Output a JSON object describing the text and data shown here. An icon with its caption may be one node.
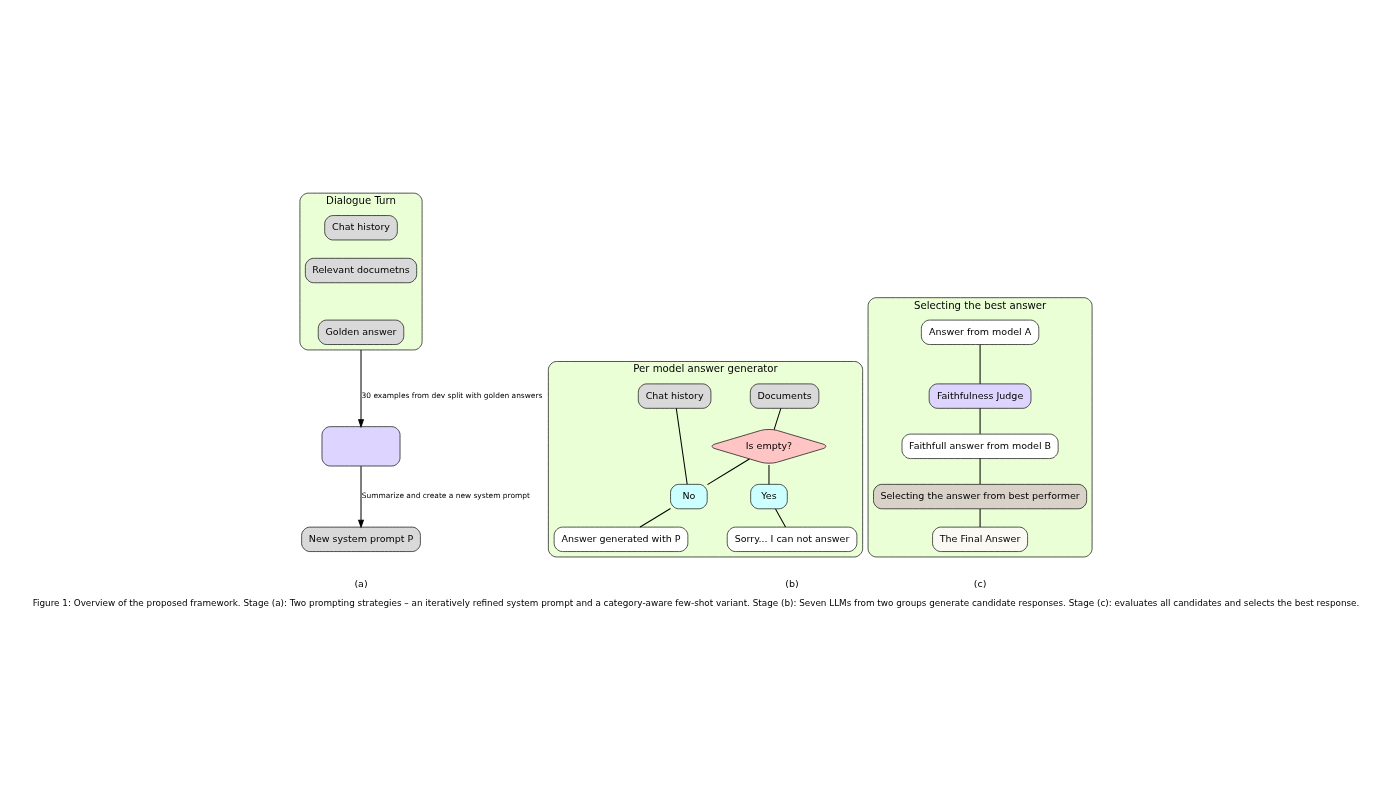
{
  "diagram": {
    "caption": "Figure 1: Overview of the proposed framework. Stage (a): Two prompting strategies – an iteratively refined system prompt and a category-aware few-shot variant. Stage (b): Seven LLMs from two groups generate candidate responses. Stage (c): evaluates all candidates and selects the best response.",
    "nodes": [
      {
        "text": [
          "Dialogue Turn"
        ]
      },
      {
        "text": [
          "Chat history"
        ],
        "in": 0
      },
      {
        "text": [
          "Relevant documetns"
        ],
        "in": 0
      },
      {
        "text": [
          "Golden answer"
        ],
        "in": 0
      },
      {
        "text": [],
        "shape": "box"
      },
      {
        "text": [
          "New system prompt P"
        ]
      },
      {
        "text": [
          "Per model answer generator"
        ]
      },
      {
        "text": [
          "Chat history"
        ],
        "in": 6
      },
      {
        "text": [
          "Documents"
        ],
        "in": 6
      },
      {
        "text": [
          "Is empty?"
        ],
        "in": 6
      },
      {
        "text": [
          "No"
        ],
        "in": 6
      },
      {
        "text": [
          "Yes"
        ],
        "in": 6
      },
      {
        "text": [
          "Answer generated with P"
        ],
        "in": 6
      },
      {
        "text": [
          "Sorry... I can not answer"
        ],
        "in": 6
      },
      {
        "text": [
          "Selecting the best answer"
        ]
      },
      {
        "text": [
          "Answer from model A"
        ],
        "in": 14
      },
      {
        "text": [
          "Faithfulness Judge"
        ],
        "in": 14
      },
      {
        "text": [
          "Faithfull answer from model B"
        ],
        "in": 14
      },
      {
        "text": [
          "Selecting the answer from best performer"
        ],
        "in": 14
      },
      {
        "text": [
          "The Final Answer"
        ],
        "in": 14
      }
    ],
    "edges": [
      {
        "from": 0,
        "to": 4,
        "arrow": "to",
        "label": "30 examples from dev split with golden answers"
      },
      {
        "from": 4,
        "to": 5,
        "arrow": "to",
        "label": "Summarize and create a new system prompt"
      },
      {
        "from": 7,
        "to": 10,
        "arrow": "none"
      },
      {
        "from": 8,
        "to": 9,
        "arrow": "none"
      },
      {
        "from": 9,
        "to": 10,
        "arrow": "none"
      },
      {
        "from": 9,
        "to": 11,
        "arrow": "none"
      },
      {
        "from": 10,
        "to": 12,
        "arrow": "none"
      },
      {
        "from": 11,
        "to": 13,
        "arrow": "none"
      },
      {
        "from": 15,
        "to": 16,
        "arrow": "none"
      },
      {
        "from": 16,
        "to": 17,
        "arrow": "none"
      },
      {
        "from": 17,
        "to": 18,
        "arrow": "none"
      },
      {
        "from": 18,
        "to": 19,
        "arrow": "none"
      }
    ],
    "labels": [
      "(a)",
      "(b)",
      "(c)"
    ]
  }
}
